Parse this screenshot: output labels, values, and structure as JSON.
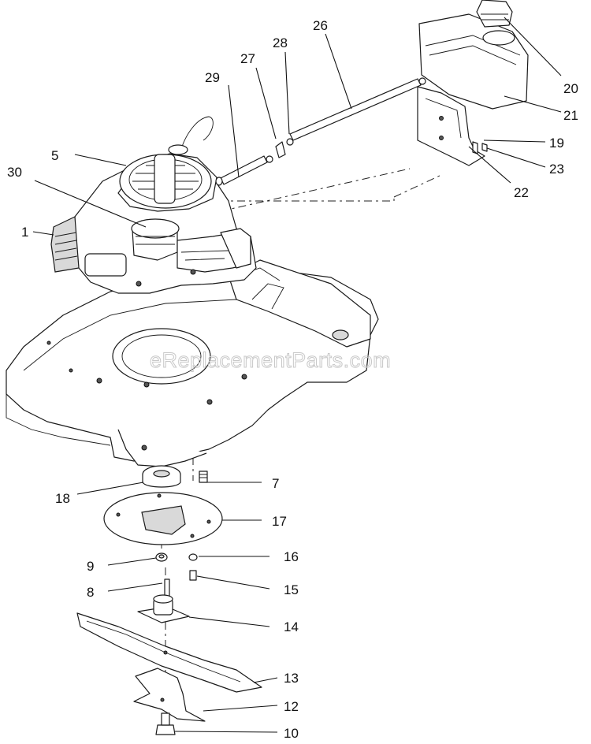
{
  "watermark": "eReplacementParts.com",
  "callouts": {
    "c1": "1",
    "c5": "5",
    "c7": "7",
    "c8": "8",
    "c9": "9",
    "c10": "10",
    "c12": "12",
    "c13": "13",
    "c14": "14",
    "c15": "15",
    "c16": "16",
    "c17": "17",
    "c18": "18",
    "c19": "19",
    "c20": "20",
    "c21": "21",
    "c22": "22",
    "c23": "23",
    "c26": "26",
    "c27": "27",
    "c28": "28",
    "c29": "29",
    "c30": "30"
  },
  "colors": {
    "line": "#1a1a1a",
    "watermark": "#c8c8c8",
    "background": "#ffffff"
  }
}
